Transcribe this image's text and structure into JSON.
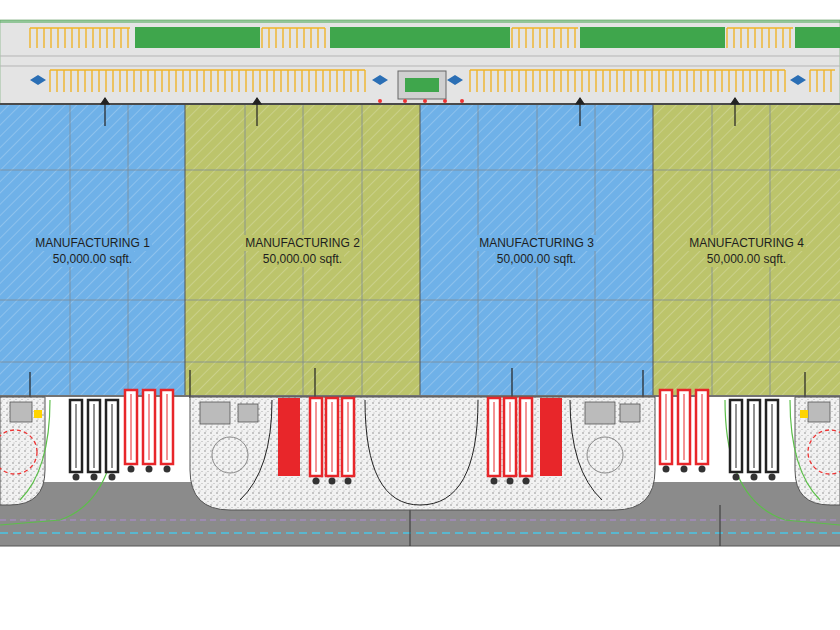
{
  "diagram": {
    "nodes": [
      {
        "text": [
          "MANUFACTURING 1",
          "50,000.00 sqft."
        ]
      },
      {
        "text": [
          "MANUFACTURING 2",
          "50,000.00 sqft."
        ]
      },
      {
        "text": [
          "MANUFACTURING 3",
          "50,000.00 sqft."
        ]
      },
      {
        "text": [
          "MANUFACTURING 4",
          "50,000.00 sqft."
        ]
      }
    ]
  }
}
